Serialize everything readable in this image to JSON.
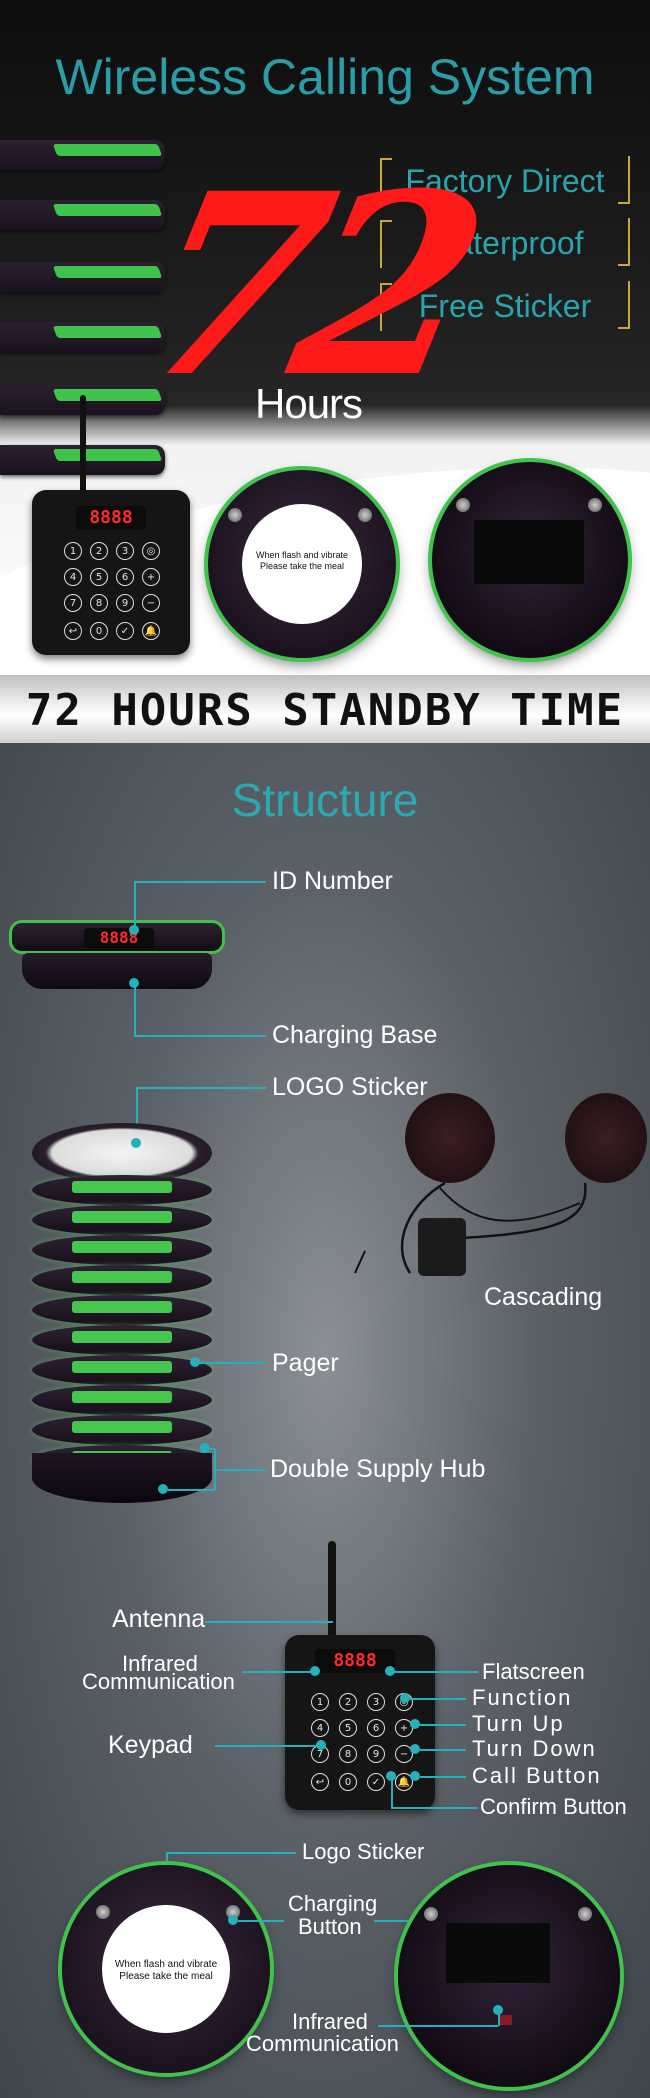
{
  "hero": {
    "title": "Wireless Calling System",
    "features": [
      "Factory Direct",
      "Waterproof",
      "Free Sticker"
    ],
    "big_number": "72",
    "hours_label": "Hours",
    "transmitter_display": "8888",
    "keys": [
      "1",
      "2",
      "3",
      "◎",
      "4",
      "5",
      "6",
      "+",
      "7",
      "8",
      "9",
      "−",
      "↩",
      "0",
      "✓",
      "🔔"
    ],
    "round_pager_label_line1": "When flash and vibrate",
    "round_pager_label_line2": "Please take the meal"
  },
  "band": {
    "text": "72 HOURS STANDBY TIME"
  },
  "structure": {
    "title": "Structure",
    "labels": {
      "id_number": "ID Number",
      "charging_base": "Charging Base",
      "logo_sticker": "LOGO Sticker",
      "cascading": "Cascading",
      "pager": "Pager",
      "double_supply_hub": "Double Supply Hub",
      "antenna": "Antenna",
      "infrared_1": "Infrared",
      "infrared_2": "Communication",
      "keypad": "Keypad",
      "flatscreen": "Flatscreen",
      "function": "Function",
      "turn_up": "Turn Up",
      "turn_down": "Turn Down",
      "call_button": "Call Button",
      "confirm_button": "Confirm Button",
      "logo_sticker_2": "Logo Sticker",
      "charging_button_1": "Charging",
      "charging_button_2": "Button",
      "infrared_bottom_1": "Infrared",
      "infrared_bottom_2": "Communication"
    },
    "id_display": "8888",
    "transmitter_display": "8888"
  },
  "colors": {
    "teal": "#2a9ea6",
    "accent_green": "#3fc34a",
    "red": "#ff1a1a",
    "gold": "#c9a640"
  }
}
